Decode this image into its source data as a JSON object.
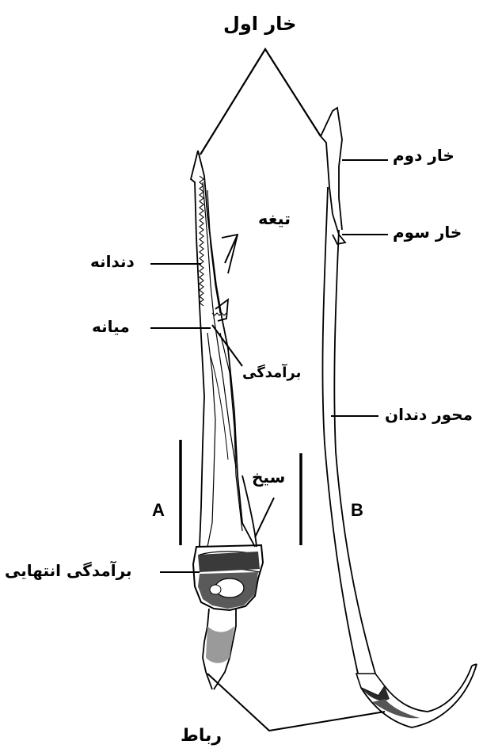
{
  "labels": {
    "first_spine": "خار اول",
    "second_spine": "خار دوم",
    "third_spine": "خار سوم",
    "blade": "تیغه",
    "teeth": "دندانه",
    "middle": "میانه",
    "process": "برآمدگی",
    "tooth_axis": "محور دندان",
    "rod": "سیخ",
    "terminal_process": "برآمدگی انتهایی",
    "ligament": "رباط",
    "panel_a": "A",
    "panel_b": "B"
  },
  "colors": {
    "ink": "#000000",
    "paper": "#ffffff",
    "shade": "#2a2a2a"
  }
}
